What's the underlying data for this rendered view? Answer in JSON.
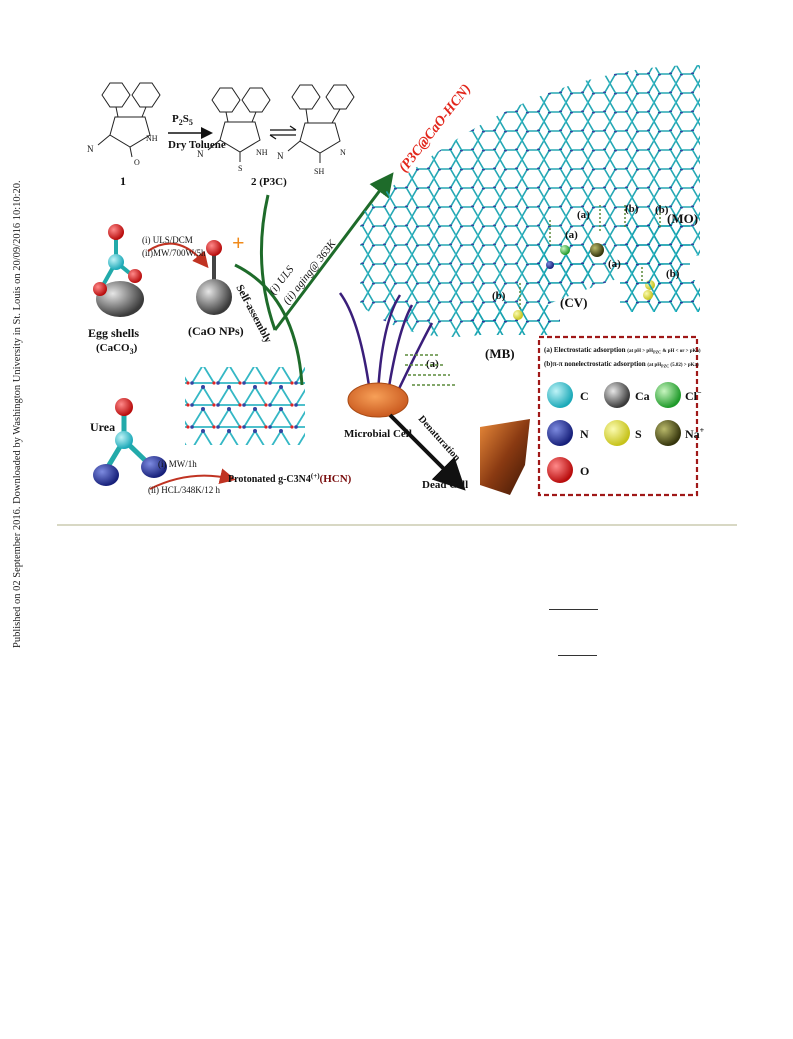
{
  "sidebar_note": "Published on 02 September 2016. Downloaded by Washington University in St. Louis on 20/09/2016 10:10:20.",
  "figure": {
    "reaction": {
      "reagent": "P",
      "reagent_sub": "2",
      "reagent2": "S",
      "reagent2_sub": "5",
      "solvent": "Dry Toluene",
      "compound1": "1",
      "compound2": "2 (P3C)",
      "cn": "N",
      "nh": "NH",
      "o": "O",
      "s": "S",
      "sh": "SH"
    },
    "eggshell": {
      "step1": "(i) ULS/DCM",
      "step2": "(ii)MW/700W/5h",
      "label": "Egg shells",
      "formula": "(CaCO",
      "formula_sub": "3",
      "formula_end": ")",
      "product": "(CaO NPs)",
      "plus": "+"
    },
    "urea": {
      "label": "Urea",
      "step1": "(i) MW/1h",
      "step2": "(ii) HCL/348K/12 h",
      "product": "Protonated g-C3N4",
      "product_sup": "(+)",
      "product_abbr": "(HCN)"
    },
    "assembly": {
      "self_assembly": "Self-assembly",
      "cond1": "(i) ULS",
      "cond2": "(ii) aging@ 363K",
      "composite": "(P3C@CaO-HCN)"
    },
    "dyes": {
      "mo": "(MO)",
      "cv": "(CV)",
      "mb": "(MB)",
      "a": "(a)",
      "b": "(b)"
    },
    "cells": {
      "microbial": "Microbial Cell",
      "denaturation": "Denaturation",
      "dead": "Dead Cell"
    },
    "legend": {
      "line_a": "(a) Electrostatic adsorption",
      "line_a_cond": "(at pH > pH",
      "line_a_cond_sub": "PZC",
      "line_a_cond_end": " & pH < or > pKa)",
      "line_b_prefix": "(b)",
      "line_b": "π-π nonelectrostatic adsorption",
      "line_b_cond": "(at pH",
      "line_b_cond_sub": "PZC",
      "line_b_cond_end": " (5.82) > pKa)",
      "atoms": [
        {
          "symbol": "C",
          "color": "#33c4d0"
        },
        {
          "symbol": "Ca",
          "color": "#6a6a6a"
        },
        {
          "symbol": "Cl",
          "sup": "−",
          "color": "#45c24a"
        },
        {
          "symbol": "N",
          "color": "#2a3a9c"
        },
        {
          "symbol": "S",
          "color": "#e6e22c"
        },
        {
          "symbol": "Na",
          "sup": "+",
          "color": "#5a5a22"
        },
        {
          "symbol": "O",
          "color": "#e01a1a"
        }
      ]
    },
    "colors": {
      "arrow_green": "#1e6b2a",
      "arrow_red": "#c03322",
      "composite_red": "#e2261b",
      "legend_border": "#a01818",
      "cell_orange": "#e8762a"
    }
  }
}
